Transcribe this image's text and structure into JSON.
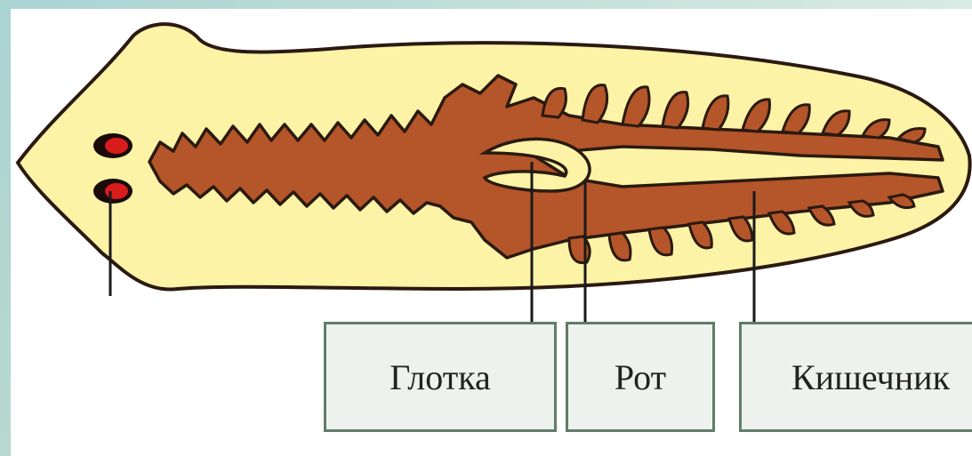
{
  "labels": {
    "pharynx": "Глотка",
    "mouth": "Рот",
    "intestine": "Кишечник"
  },
  "colors": {
    "frame": "#a9d3d2",
    "body_fill": "#fdf3a6",
    "gut_fill": "#b5552a",
    "outline": "#2a1a10",
    "eye_red": "#d81c1c",
    "box_fill": "#eef2ee",
    "box_border": "#5f7d6a"
  }
}
